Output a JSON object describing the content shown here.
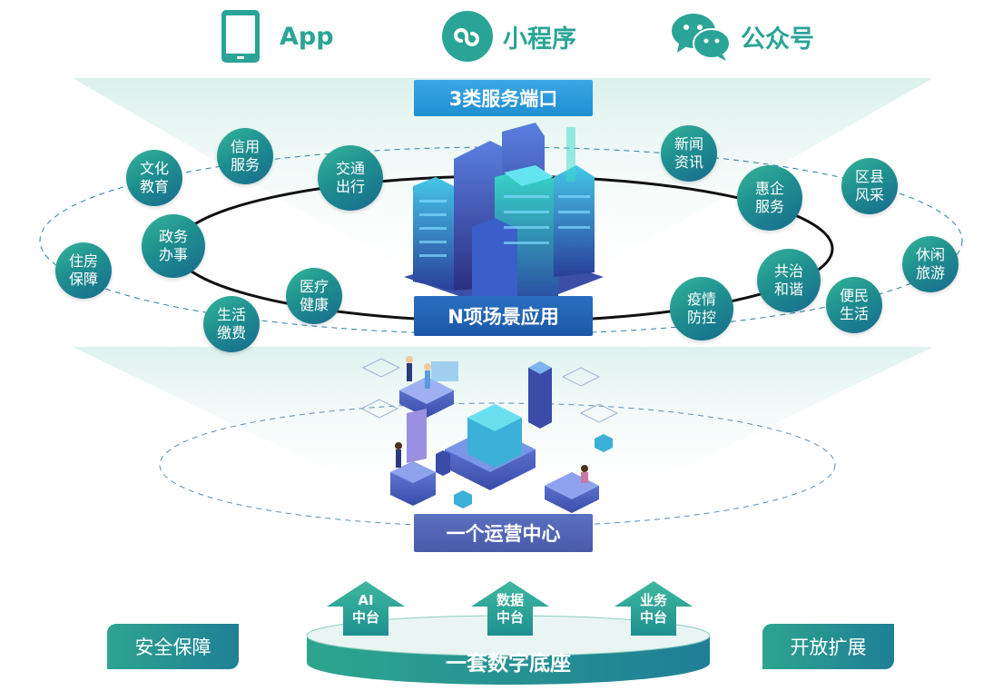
{
  "channels": [
    {
      "label": "App",
      "icon": "tablet-icon"
    },
    {
      "label": "小程序",
      "icon": "mini-program-icon"
    },
    {
      "label": "公众号",
      "icon": "wechat-icon"
    }
  ],
  "banners": {
    "service_ports": "3类服务端口",
    "scenarios": "N项场景应用",
    "operations": "一个运营中心"
  },
  "scenes": [
    {
      "line1": "信用",
      "line2": "服务"
    },
    {
      "line1": "文化",
      "line2": "教育"
    },
    {
      "line1": "交通",
      "line2": "出行"
    },
    {
      "line1": "政务",
      "line2": "办事"
    },
    {
      "line1": "住房",
      "line2": "保障"
    },
    {
      "line1": "医疗",
      "line2": "健康"
    },
    {
      "line1": "生活",
      "line2": "缴费"
    },
    {
      "line1": "新闻",
      "line2": "资讯"
    },
    {
      "line1": "惠企",
      "line2": "服务"
    },
    {
      "line1": "区县",
      "line2": "风采"
    },
    {
      "line1": "休闲",
      "line2": "旅游"
    },
    {
      "line1": "共治",
      "line2": "和谐"
    },
    {
      "line1": "便民",
      "line2": "生活"
    },
    {
      "line1": "疫情",
      "line2": "防控"
    }
  ],
  "foundation": {
    "label": "一套数字底座",
    "arrows": [
      {
        "line1": "AI",
        "line2": "中台"
      },
      {
        "line1": "数据",
        "line2": "中台"
      },
      {
        "line1": "业务",
        "line2": "中台"
      }
    ]
  },
  "side": {
    "left": "安全保障",
    "right": "开放扩展"
  },
  "colors": {
    "teal": "#2aa496",
    "blue_banner": "#1f8fd2",
    "navy_banner": "#1d58a8",
    "purple_banner": "#4a5aa9"
  }
}
